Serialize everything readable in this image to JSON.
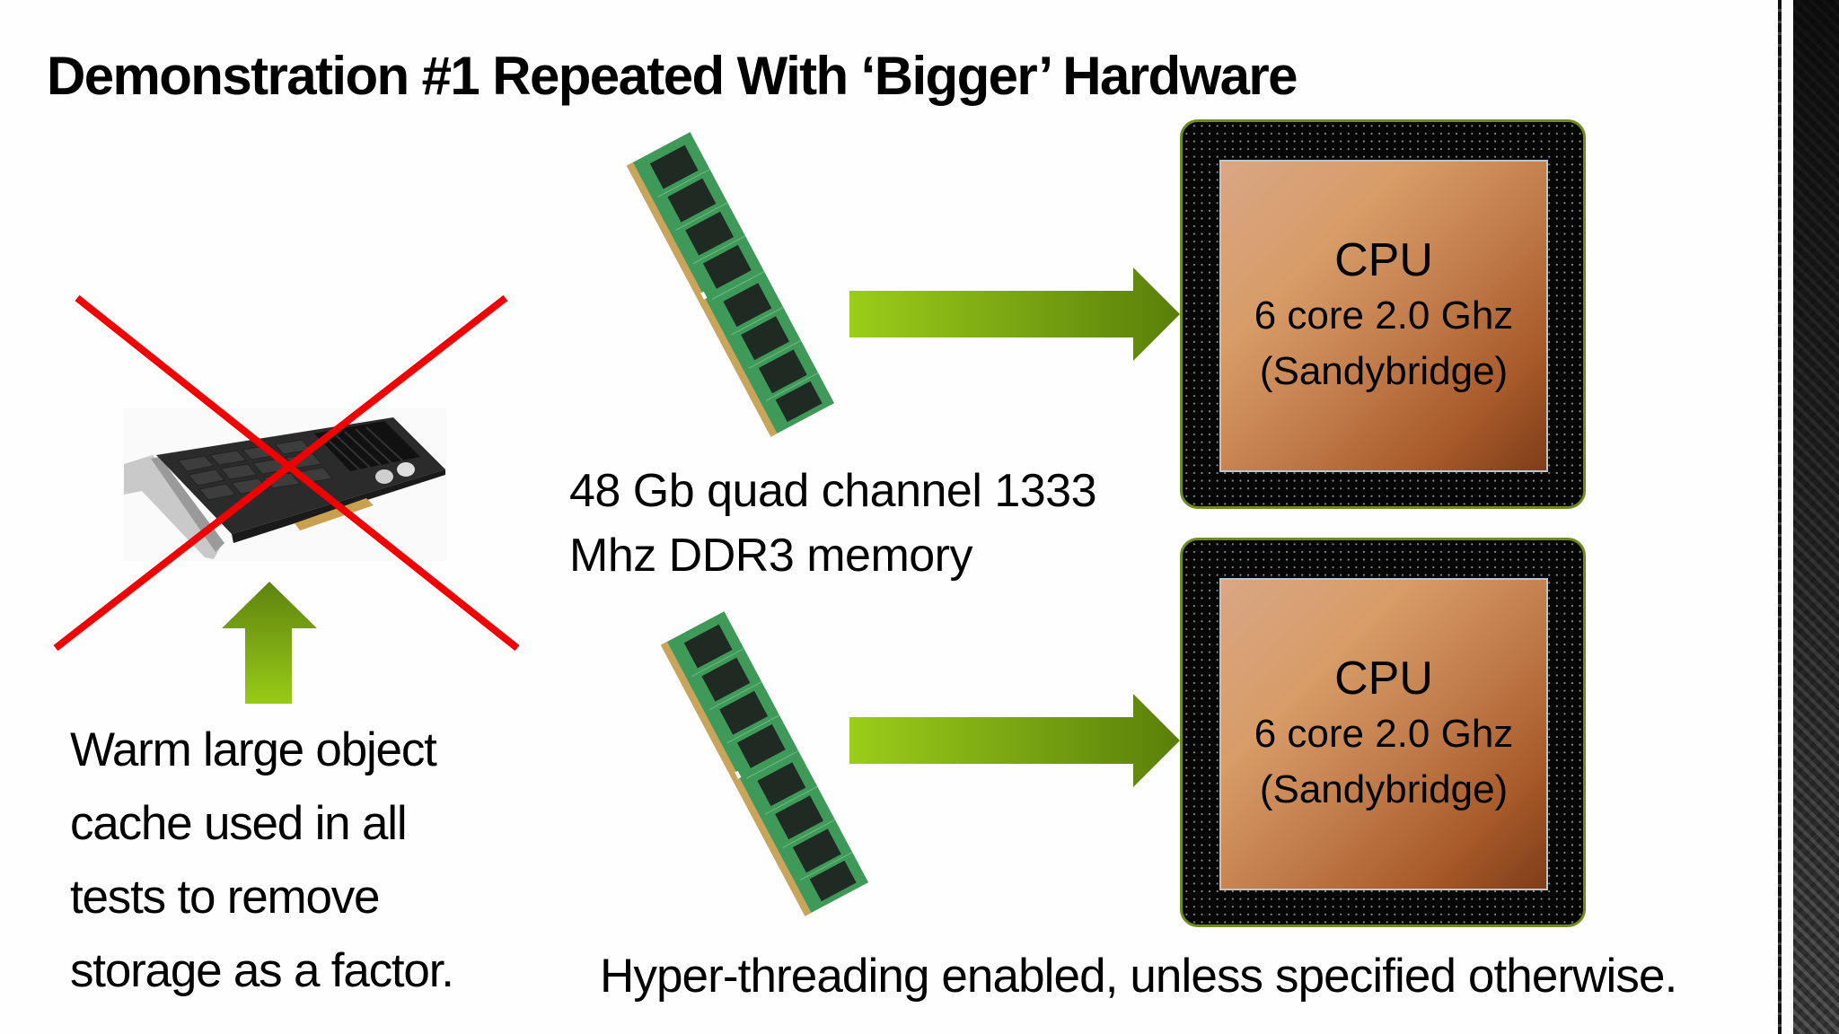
{
  "slide": {
    "title": "Demonstration #1 Repeated With ‘Bigger’ Hardware",
    "storage": {
      "image": "pcie-ssd-card",
      "crossed_out": true,
      "cross_color": "#f00000",
      "arrow_color_top": "#5f820f",
      "arrow_color_bottom": "#97cb17",
      "caption_lines": [
        "Warm large object",
        "cache used in all",
        "tests to remove",
        "storage as a factor."
      ]
    },
    "memory": {
      "image": "ddr3-dimm",
      "count": 2,
      "label_lines": [
        "48 Gb quad channel 1333",
        "Mhz DDR3 memory"
      ]
    },
    "arrows": {
      "color_start": "#9acd1a",
      "color_end": "#5a7f0a"
    },
    "cpus": [
      {
        "title": "CPU",
        "spec": "6 core 2.0 Ghz",
        "arch": "(Sandybridge)"
      },
      {
        "title": "CPU",
        "spec": "6 core 2.0 Ghz",
        "arch": "(Sandybridge)"
      }
    ],
    "footnote": "Hyper-threading enabled, unless specified otherwise."
  }
}
